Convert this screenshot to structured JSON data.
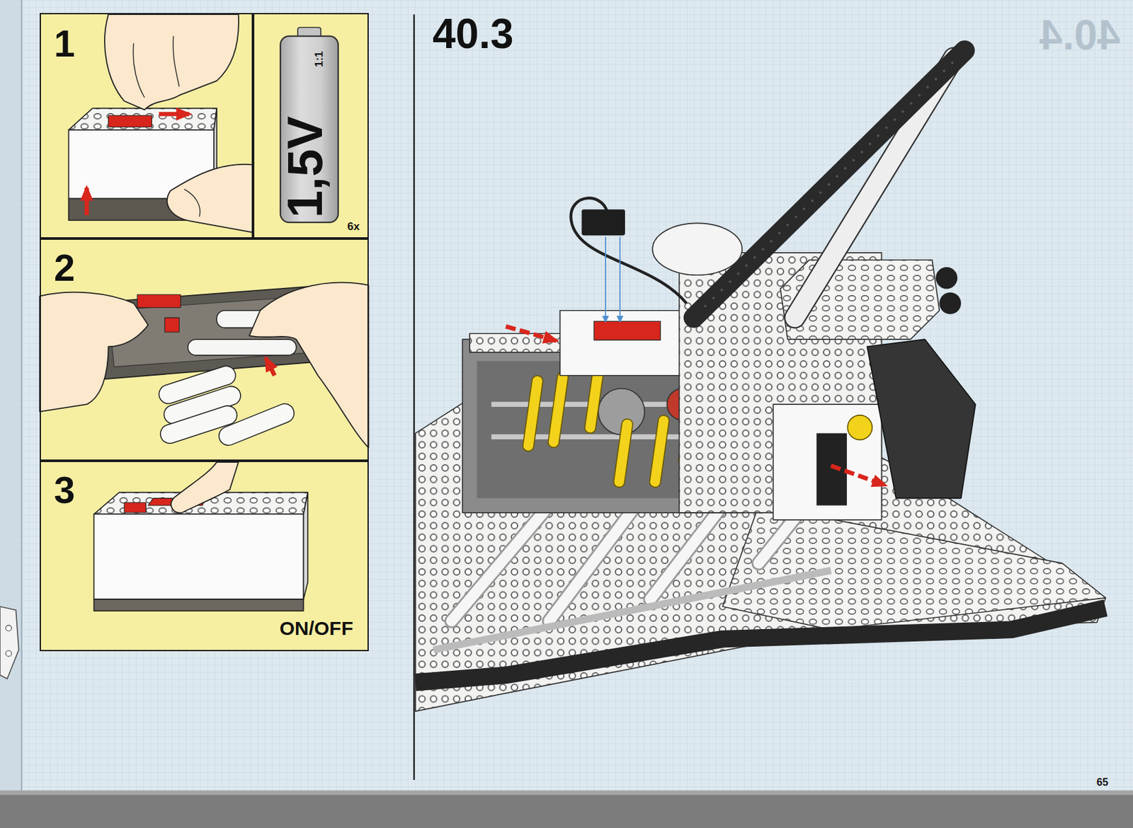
{
  "diagram": {
    "title": "40.3",
    "nodes": [
      {
        "text": [
          "1"
        ]
      },
      {
        "text": [
          "1,5V",
          "1:1",
          "6x"
        ]
      },
      {
        "text": [
          "2"
        ]
      },
      {
        "text": [
          "3",
          "ON/OFF"
        ]
      }
    ],
    "labels": [
      "40.4",
      "65"
    ]
  }
}
